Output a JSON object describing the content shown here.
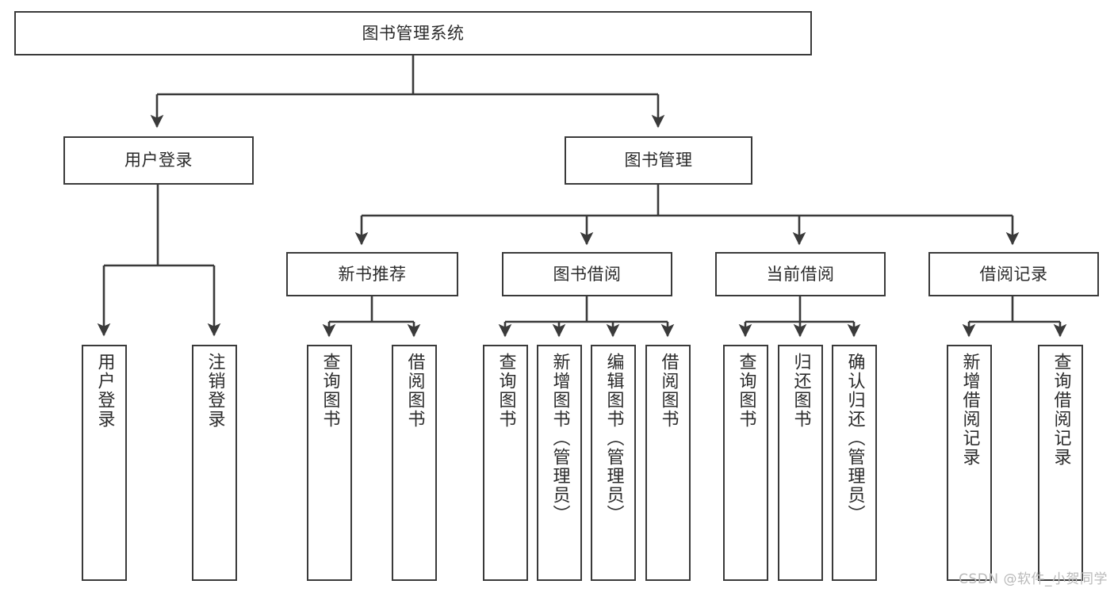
{
  "diagram": {
    "type": "tree-hierarchy-flowchart",
    "title": "图书管理系统",
    "watermark": "CSDN @软件_小贺同学",
    "colors": {
      "box_stroke": "#3a3a3a",
      "box_fill": "#ffffff",
      "edge": "#3a3a3a",
      "text": "#2b2b2b",
      "watermark": "#b9b9b9",
      "background": "#ffffff"
    },
    "nodes": {
      "root": {
        "label": "图书管理系统"
      },
      "level2": [
        {
          "id": "user-login",
          "label": "用户登录"
        },
        {
          "id": "book-manage",
          "label": "图书管理"
        }
      ],
      "level3": [
        {
          "id": "new-book-recommend",
          "label": "新书推荐"
        },
        {
          "id": "book-borrow",
          "label": "图书借阅"
        },
        {
          "id": "current-borrow",
          "label": "当前借阅"
        },
        {
          "id": "borrow-record",
          "label": "借阅记录"
        }
      ],
      "leaves": [
        {
          "id": "leaf-user-login",
          "label": "用户登录",
          "parent": "user-login"
        },
        {
          "id": "leaf-user-logout",
          "label": "注销登录",
          "parent": "user-login"
        },
        {
          "id": "leaf-query-book-1",
          "label": "查询图书",
          "parent": "new-book-recommend"
        },
        {
          "id": "leaf-borrow-book-1",
          "label": "借阅图书",
          "parent": "new-book-recommend"
        },
        {
          "id": "leaf-query-book-2",
          "label": "查询图书",
          "parent": "book-borrow"
        },
        {
          "id": "leaf-add-book",
          "label": "新增图书（管理员）",
          "parent": "book-borrow"
        },
        {
          "id": "leaf-edit-book",
          "label": "编辑图书（管理员）",
          "parent": "book-borrow"
        },
        {
          "id": "leaf-borrow-book-2",
          "label": "借阅图书",
          "parent": "book-borrow"
        },
        {
          "id": "leaf-query-book-3",
          "label": "查询图书",
          "parent": "current-borrow"
        },
        {
          "id": "leaf-return-book",
          "label": "归还图书",
          "parent": "current-borrow"
        },
        {
          "id": "leaf-confirm-return",
          "label": "确认归还（管理员）",
          "parent": "current-borrow"
        },
        {
          "id": "leaf-add-record",
          "label": "新增借阅记录",
          "parent": "borrow-record"
        },
        {
          "id": "leaf-query-record",
          "label": "查询借阅记录",
          "parent": "borrow-record"
        }
      ]
    }
  }
}
